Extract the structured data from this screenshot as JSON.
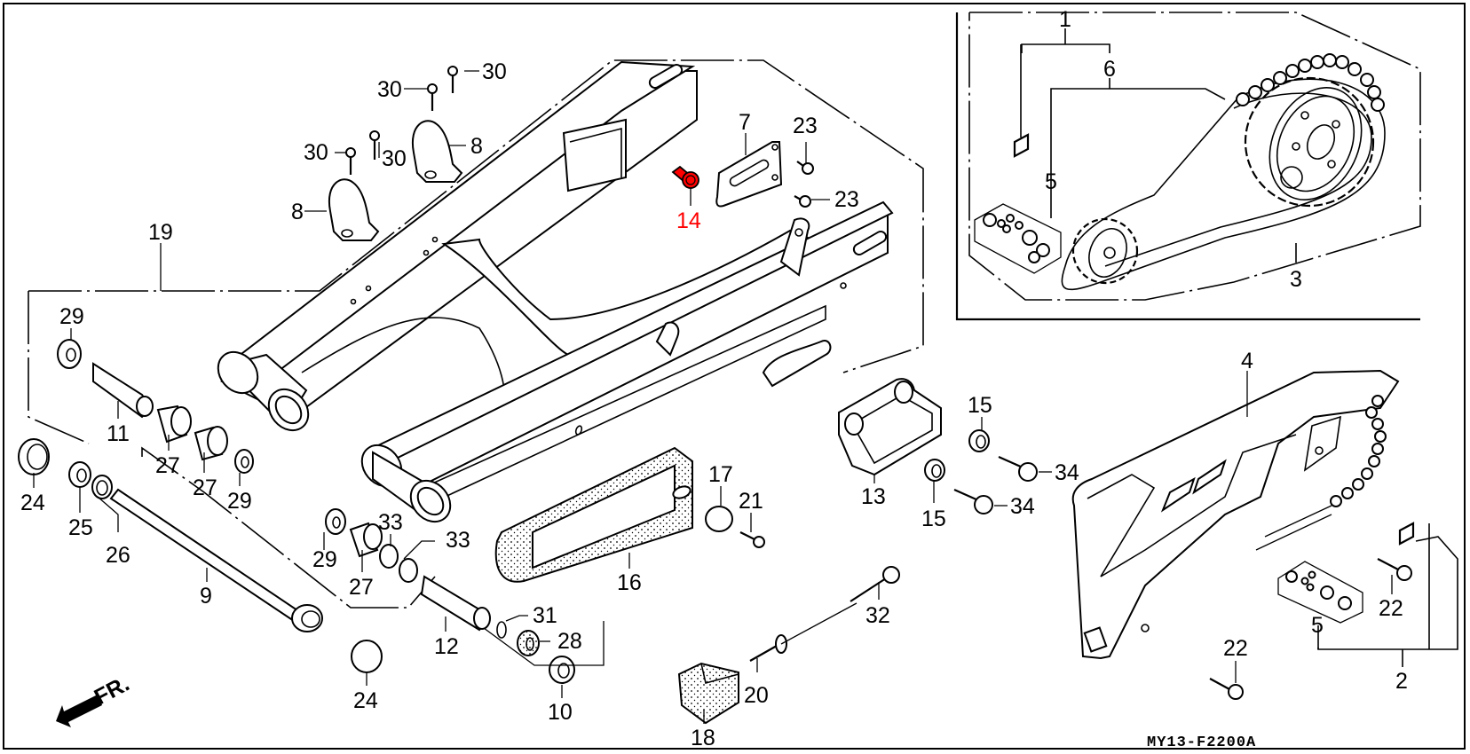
{
  "diagram": {
    "title_code": "MY13-F2200A",
    "direction_marker": "FR.",
    "highlight_color": "#ff0000",
    "line_color": "#000000",
    "background": "#ffffff",
    "highlighted_part": "14",
    "groups": {
      "chain_kit_inset": [
        "1",
        "6",
        "5",
        "3"
      ],
      "chain_case_group": [
        "4",
        "2",
        "5",
        "22"
      ],
      "swingarm_assembly": [
        "19"
      ]
    },
    "callouts": [
      {
        "id": "c30a",
        "label": "30",
        "part": "screw"
      },
      {
        "id": "c30b",
        "label": "30",
        "part": "screw"
      },
      {
        "id": "c30c",
        "label": "30",
        "part": "screw"
      },
      {
        "id": "c30d",
        "label": "30",
        "part": "screw"
      },
      {
        "id": "c8a",
        "label": "8",
        "part": "hose-clamp"
      },
      {
        "id": "c8b",
        "label": "8",
        "part": "hose-clamp"
      },
      {
        "id": "c7",
        "label": "7",
        "part": "chain-adjuster-plate"
      },
      {
        "id": "c23a",
        "label": "23",
        "part": "screw"
      },
      {
        "id": "c23b",
        "label": "23",
        "part": "screw"
      },
      {
        "id": "c14",
        "label": "14",
        "part": "bolt",
        "highlighted": true
      },
      {
        "id": "c19",
        "label": "19",
        "part": "swingarm"
      },
      {
        "id": "c29a",
        "label": "29",
        "part": "bearing"
      },
      {
        "id": "c11",
        "label": "11",
        "part": "collar"
      },
      {
        "id": "c27a",
        "label": "27",
        "part": "needle-bearing"
      },
      {
        "id": "c27b",
        "label": "27",
        "part": "needle-bearing"
      },
      {
        "id": "c29b",
        "label": "29",
        "part": "dust-seal"
      },
      {
        "id": "c24a",
        "label": "24",
        "part": "pivot-cap"
      },
      {
        "id": "c25",
        "label": "25",
        "part": "nut"
      },
      {
        "id": "c26",
        "label": "26",
        "part": "washer"
      },
      {
        "id": "c9",
        "label": "9",
        "part": "pivot-bolt"
      },
      {
        "id": "c29c",
        "label": "29",
        "part": "bearing"
      },
      {
        "id": "c27c",
        "label": "27",
        "part": "needle-bearing"
      },
      {
        "id": "c33a",
        "label": "33",
        "part": "bearing"
      },
      {
        "id": "c33b",
        "label": "33",
        "part": "bearing"
      },
      {
        "id": "c12",
        "label": "12",
        "part": "collar"
      },
      {
        "id": "c31",
        "label": "31",
        "part": "circlip"
      },
      {
        "id": "c28",
        "label": "28",
        "part": "bearing"
      },
      {
        "id": "c10",
        "label": "10",
        "part": "dust-seal"
      },
      {
        "id": "c24b",
        "label": "24",
        "part": "pivot-cap"
      },
      {
        "id": "c16",
        "label": "16",
        "part": "chain-slider"
      },
      {
        "id": "c17",
        "label": "17",
        "part": "grommet"
      },
      {
        "id": "c21",
        "label": "21",
        "part": "screw"
      },
      {
        "id": "c18",
        "label": "18",
        "part": "chain-guide"
      },
      {
        "id": "c20",
        "label": "20",
        "part": "collar"
      },
      {
        "id": "c32",
        "label": "32",
        "part": "bolt"
      },
      {
        "id": "c13",
        "label": "13",
        "part": "chain-guide-plate"
      },
      {
        "id": "c15a",
        "label": "15",
        "part": "collar"
      },
      {
        "id": "c15b",
        "label": "15",
        "part": "collar"
      },
      {
        "id": "c34a",
        "label": "34",
        "part": "flange-bolt"
      },
      {
        "id": "c34b",
        "label": "34",
        "part": "flange-bolt"
      },
      {
        "id": "c1",
        "label": "1",
        "part": "drive-chain-kit"
      },
      {
        "id": "c6",
        "label": "6",
        "part": "drive-chain"
      },
      {
        "id": "c5a",
        "label": "5",
        "part": "chain-joint"
      },
      {
        "id": "c3",
        "label": "3",
        "part": "sprocket-set"
      },
      {
        "id": "c4",
        "label": "4",
        "part": "chain-case"
      },
      {
        "id": "c22a",
        "label": "22",
        "part": "bolt"
      },
      {
        "id": "c22b",
        "label": "22",
        "part": "bolt"
      },
      {
        "id": "c5b",
        "label": "5",
        "part": "chain-joint"
      },
      {
        "id": "c2",
        "label": "2",
        "part": "drive-chain"
      }
    ]
  }
}
